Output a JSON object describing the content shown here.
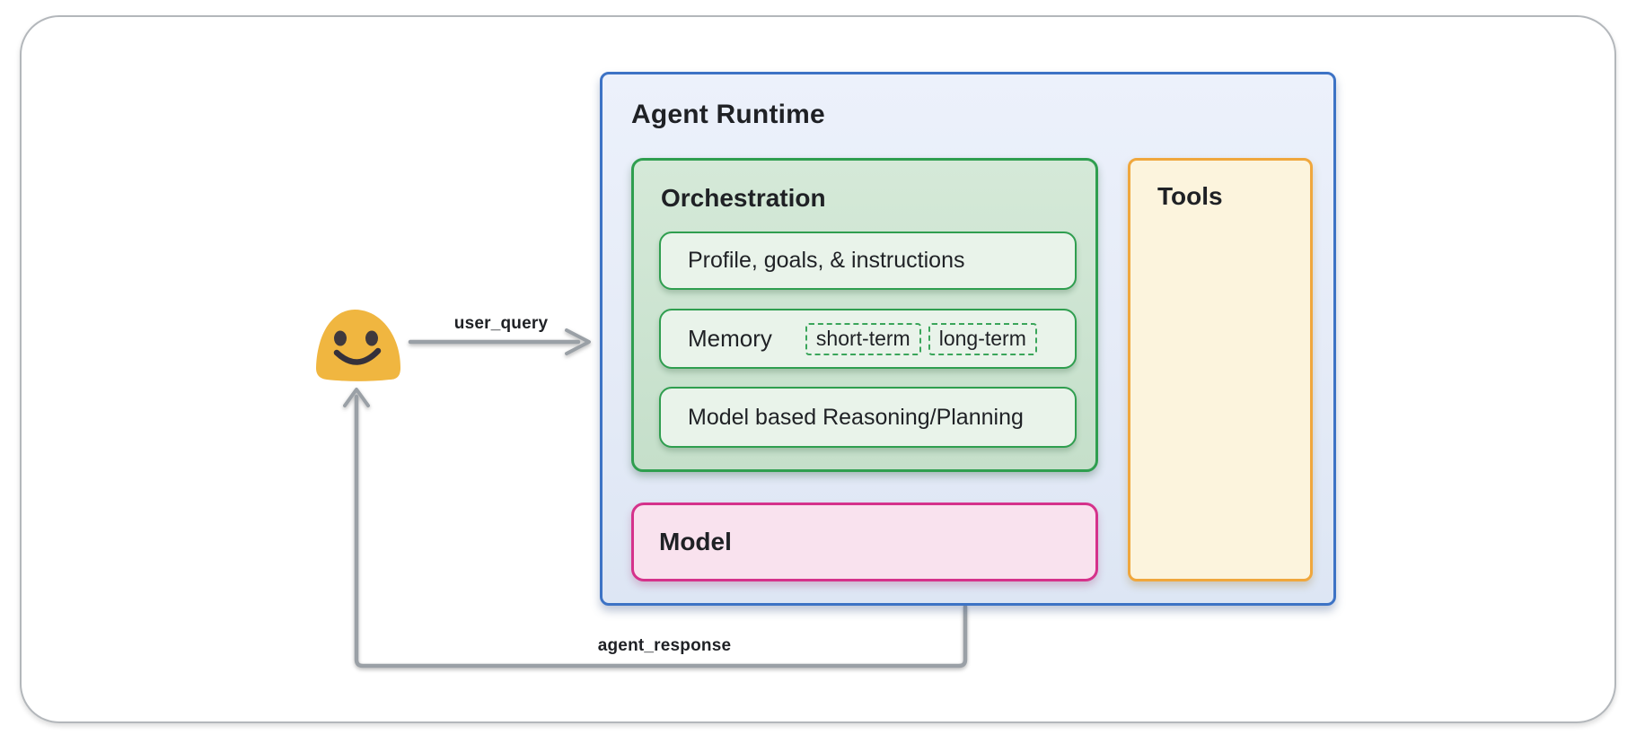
{
  "flows": {
    "user_query": "user_query",
    "agent_response": "agent_response"
  },
  "user": {
    "icon": "blob-smiley-emoji"
  },
  "agent_runtime": {
    "title": "Agent Runtime",
    "orchestration": {
      "title": "Orchestration",
      "items": [
        {
          "label": "Profile, goals, & instructions"
        },
        {
          "label": "Memory",
          "tags": [
            "short-term",
            "long-term"
          ]
        },
        {
          "label": "Model based Reasoning/Planning"
        }
      ]
    },
    "tools": {
      "title": "Tools"
    },
    "model": {
      "title": "Model"
    }
  },
  "colors": {
    "agent_runtime_border": "#3d73c5",
    "agent_runtime_fill": "#e8eef9",
    "orchestration_border": "#2f9e4f",
    "orchestration_fill": "#cde6d1",
    "inner_box_fill": "#e9f3ea",
    "tools_border": "#f0a73c",
    "tools_fill": "#fcf4dd",
    "model_border": "#d5328b",
    "model_fill": "#f9e2ee",
    "arrow_gray": "#9aa0a6",
    "emoji_yellow": "#f0b640",
    "frame_border": "#b3b7bb",
    "text": "#1f2125"
  }
}
